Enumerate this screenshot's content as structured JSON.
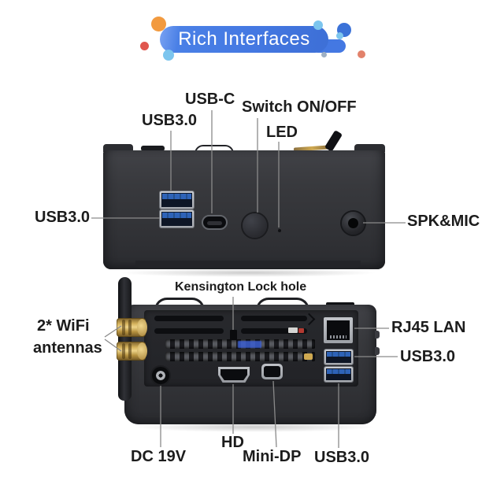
{
  "colors": {
    "pill_blue": "#4478e2",
    "usb_blue": "#2e63b8",
    "chassis": "#36373b",
    "gold": "#cfa951",
    "label_text": "#1c1c1c",
    "leader_line": "#8a8a8a",
    "dot_orange": "#f29a3f",
    "dot_red": "#e0564e",
    "dot_light_blue": "#7cc5ee",
    "dot_blue": "#3b72d8",
    "dot_gray_blue": "#9fb0c4",
    "dot_salmon": "#e2826b"
  },
  "title": {
    "text": "Rich Interfaces"
  },
  "front_view": {
    "labels": {
      "usb30_top": "USB3.0",
      "usb_c": "USB-C",
      "switch": "Switch ON/OFF",
      "led": "LED",
      "usb30_left": "USB3.0",
      "spk_mic": "SPK&MIC"
    }
  },
  "rear_view": {
    "labels": {
      "kensington": "Kensington Lock hole",
      "wifi_line1": "2* WiFi",
      "wifi_line2": "antennas",
      "rj45": "RJ45 LAN",
      "usb30_right": "USB3.0",
      "dc_power": "DC 19V",
      "hdmi": "HD",
      "mini_dp": "Mini-DP",
      "usb30_bottom": "USB3.0"
    }
  }
}
